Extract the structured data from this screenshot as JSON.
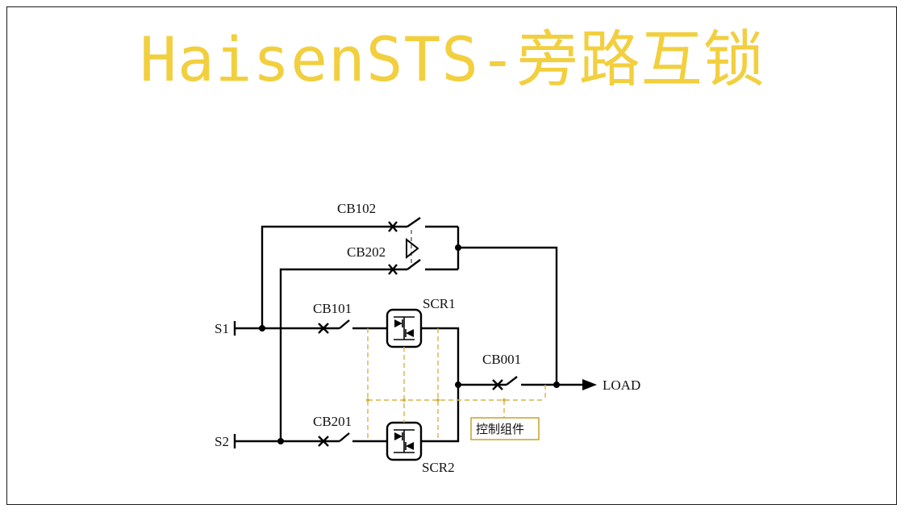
{
  "title": "HaisenSTS-旁路互锁",
  "colors": {
    "title": "#f2cf3e",
    "wire": "#000000",
    "control_line": "#d8b44a",
    "control_box_border": "#c7a227"
  },
  "labels": {
    "s1": "S1",
    "s2": "S2",
    "cb102": "CB102",
    "cb202": "CB202",
    "cb101": "CB101",
    "cb201": "CB201",
    "scr1": "SCR1",
    "scr2": "SCR2",
    "cb001": "CB001",
    "load": "LOAD",
    "control": "控制组件"
  }
}
